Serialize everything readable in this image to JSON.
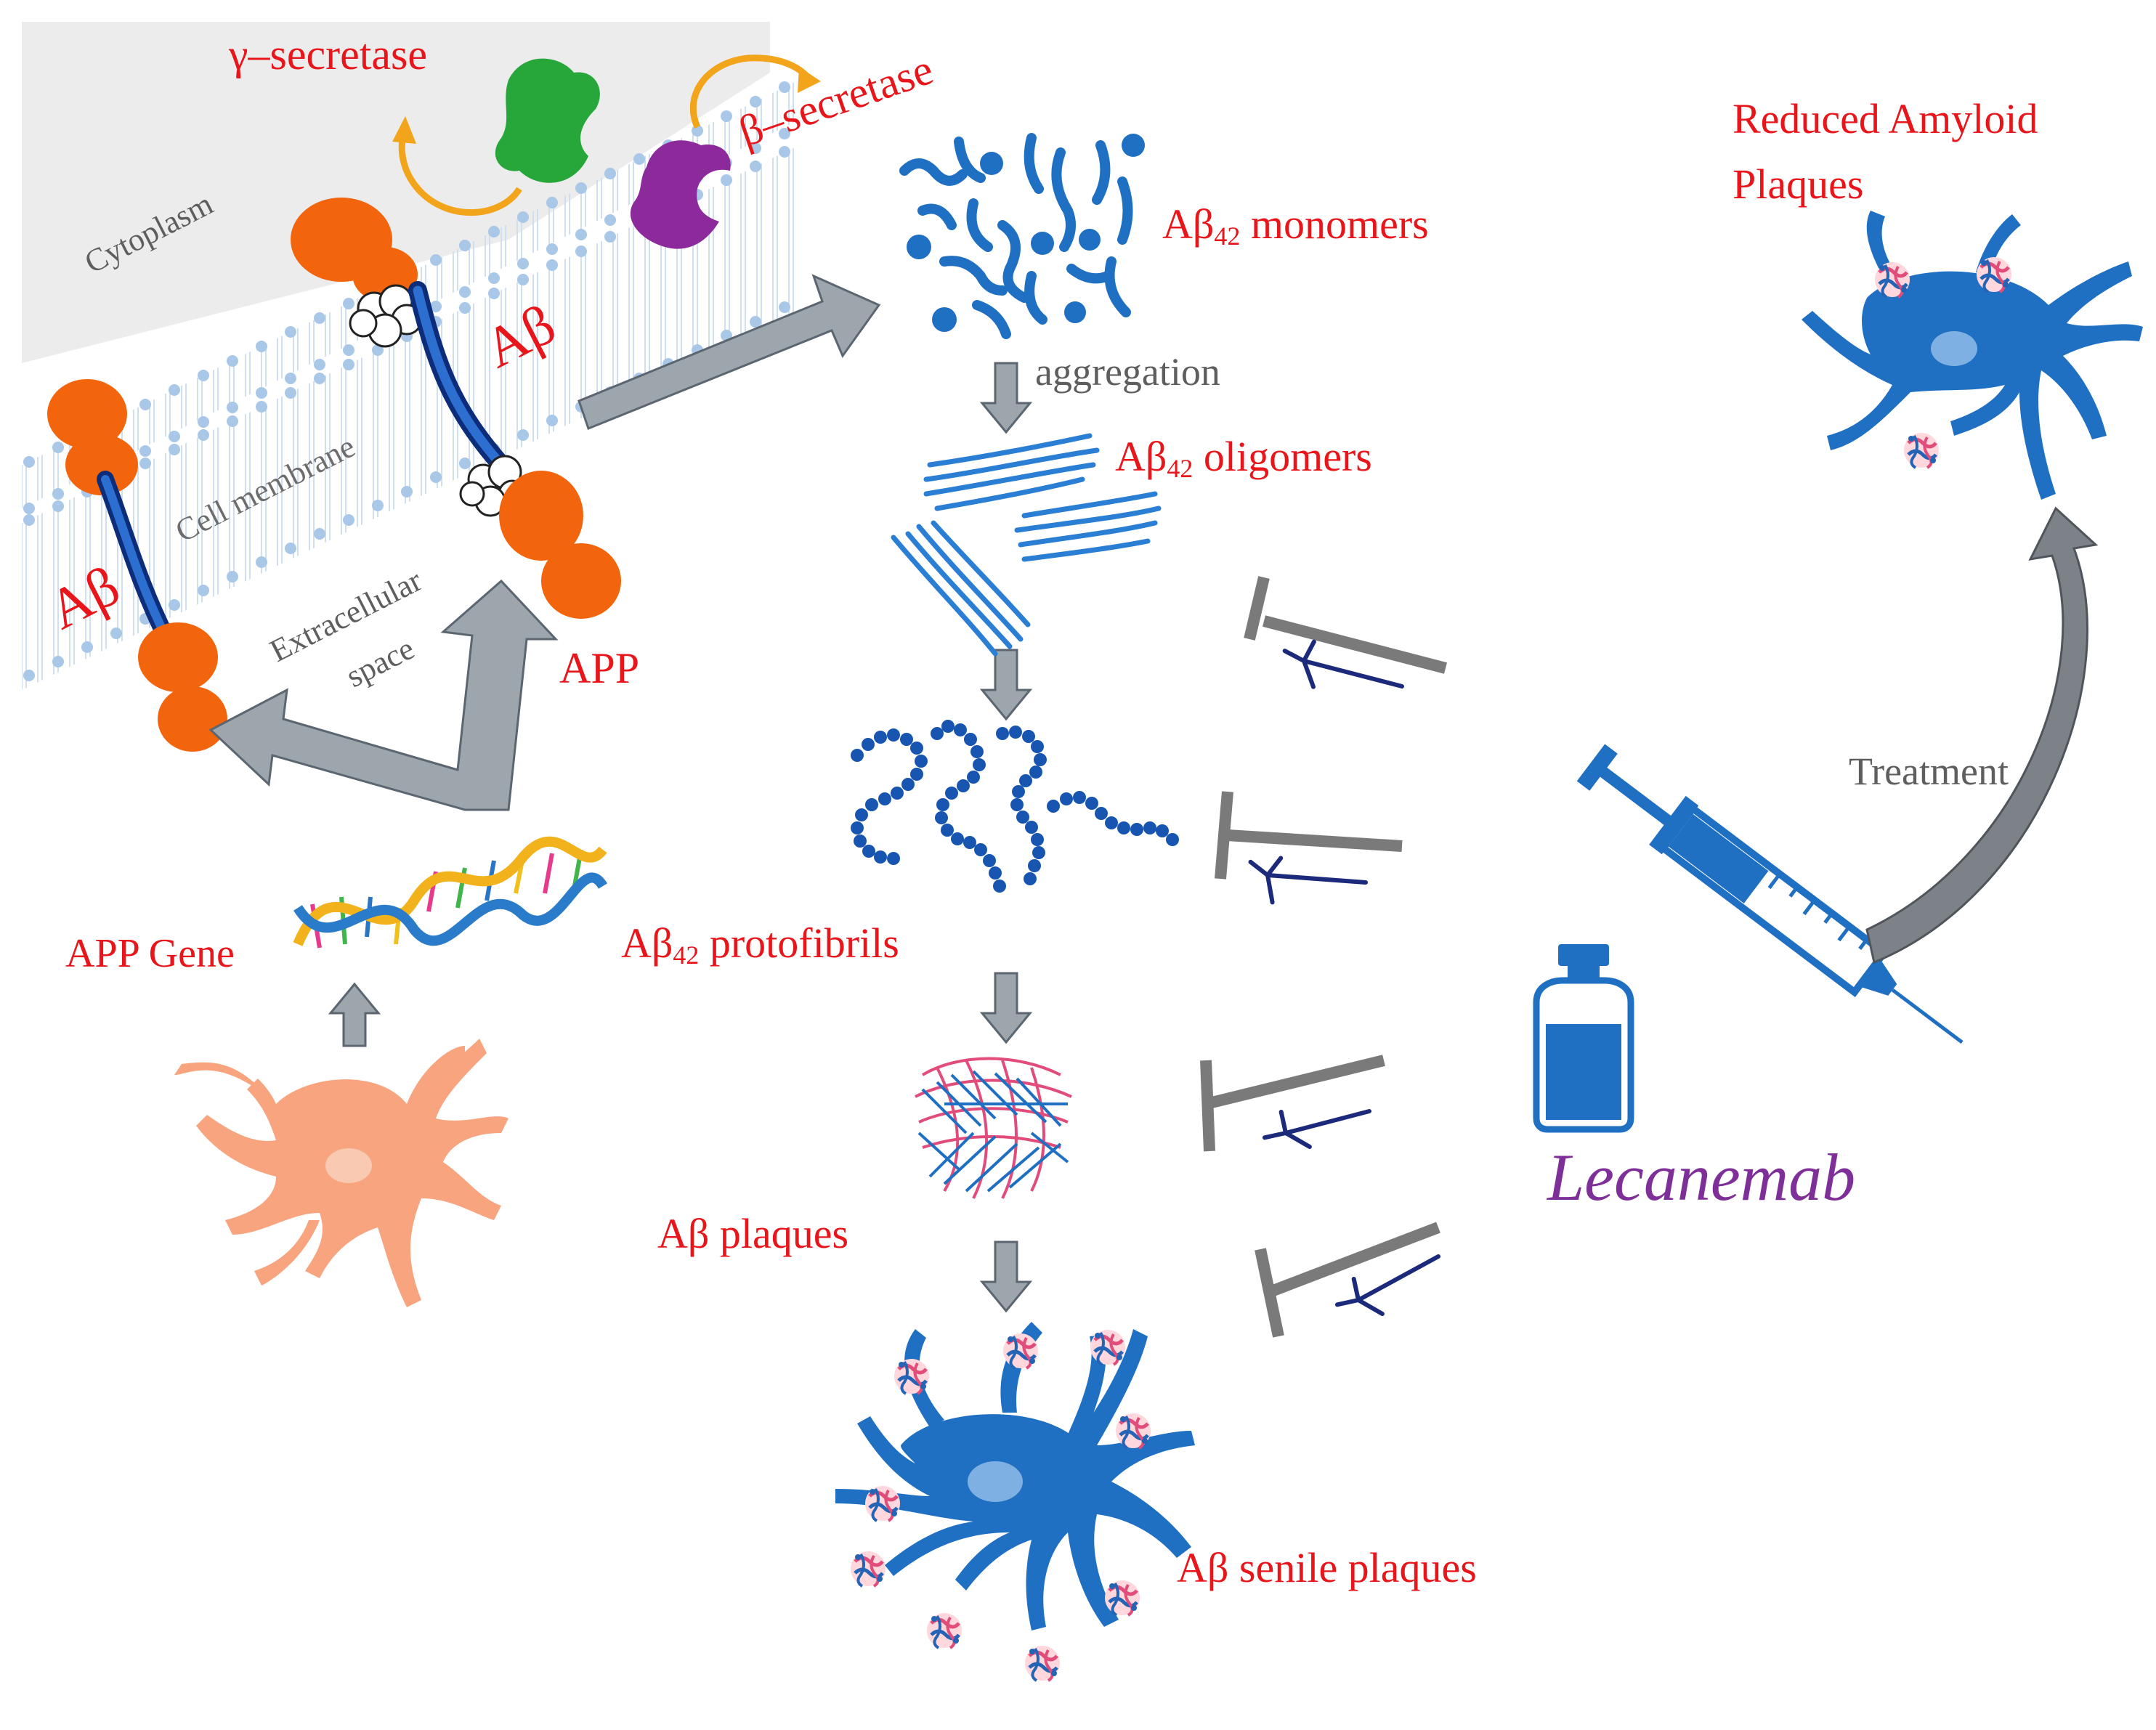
{
  "labels": {
    "gamma_secretase": "γ–secretase",
    "beta_secretase": "β–secretase",
    "cytoplasm": "Cytoplasm",
    "cell_membrane": "Cell membrane",
    "extracellular": "Extracellular",
    "space": "space",
    "abeta": "Aβ",
    "app": "APP",
    "app_gene": "APP Gene",
    "monomers_prefix": "Aβ",
    "monomers_sub": "42",
    "monomers_suffix": " monomers",
    "aggregation": "aggregation",
    "oligomers_prefix": "Aβ",
    "oligomers_sub": "42",
    "oligomers_suffix": " oligomers",
    "protofibrils_prefix": "Aβ",
    "protofibrils_sub": "42",
    "protofibrils_suffix": " protofibrils",
    "plaques": "Aβ plaques",
    "senile_plaques": "Aβ senile plaques",
    "reduced_line1": "Reduced Amyloid",
    "reduced_line2": "Plaques",
    "treatment": "Treatment",
    "lecanemab": "Lecanemab"
  },
  "colors": {
    "label_red": "#e8161b",
    "label_gray": "#5e5e5e",
    "neuron_blue": "#1f6fc2",
    "neuron_orange": "#f7a47f",
    "app_orange": "#f2650d",
    "gamma_green": "#27a63a",
    "beta_purple": "#8c2a9c",
    "lecanemab_purple": "#7e2f98",
    "arrow_gray": "#9da6ad",
    "inhibitor_gray": "#7a7a7a",
    "antibody_navy": "#1b2a7a"
  }
}
